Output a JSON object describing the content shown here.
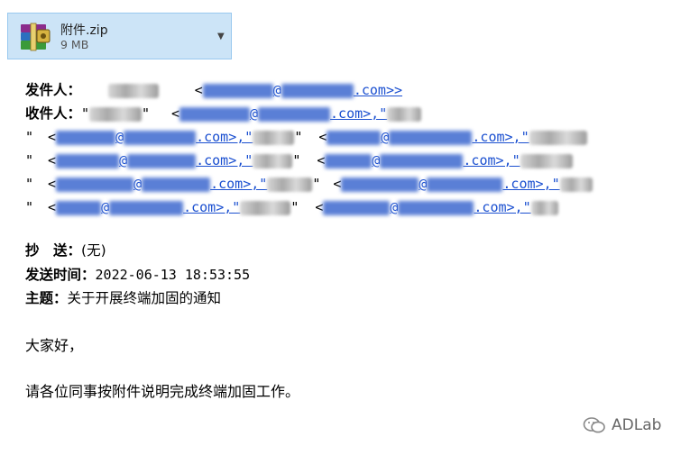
{
  "attachment": {
    "filename": "附件.zip",
    "size": "9 MB"
  },
  "from": {
    "label": "发件人：",
    "domain_suffix": ".com>>"
  },
  "to": {
    "label": "收件人："
  },
  "recipient_rows": [
    [
      ".com>,\"",
      ".com>,\""
    ],
    [
      ".com>,\"",
      ".com>,\""
    ],
    [
      ".com>,\"",
      ".com>,\""
    ],
    [
      ".com>,\"",
      ".com>,\""
    ]
  ],
  "cc": {
    "label": "抄　送：",
    "value": "(无)"
  },
  "sent": {
    "label": "发送时间：",
    "value": "2022-06-13 18:53:55"
  },
  "subject": {
    "label": "主题：",
    "value": "关于开展终端加固的通知"
  },
  "greeting": "大家好，",
  "message": "请各位同事按附件说明完成终端加固工作。",
  "watermark": "ADLab",
  "colors": {
    "link": "#1a4fd0",
    "chip_bg": "#cce4f7"
  }
}
